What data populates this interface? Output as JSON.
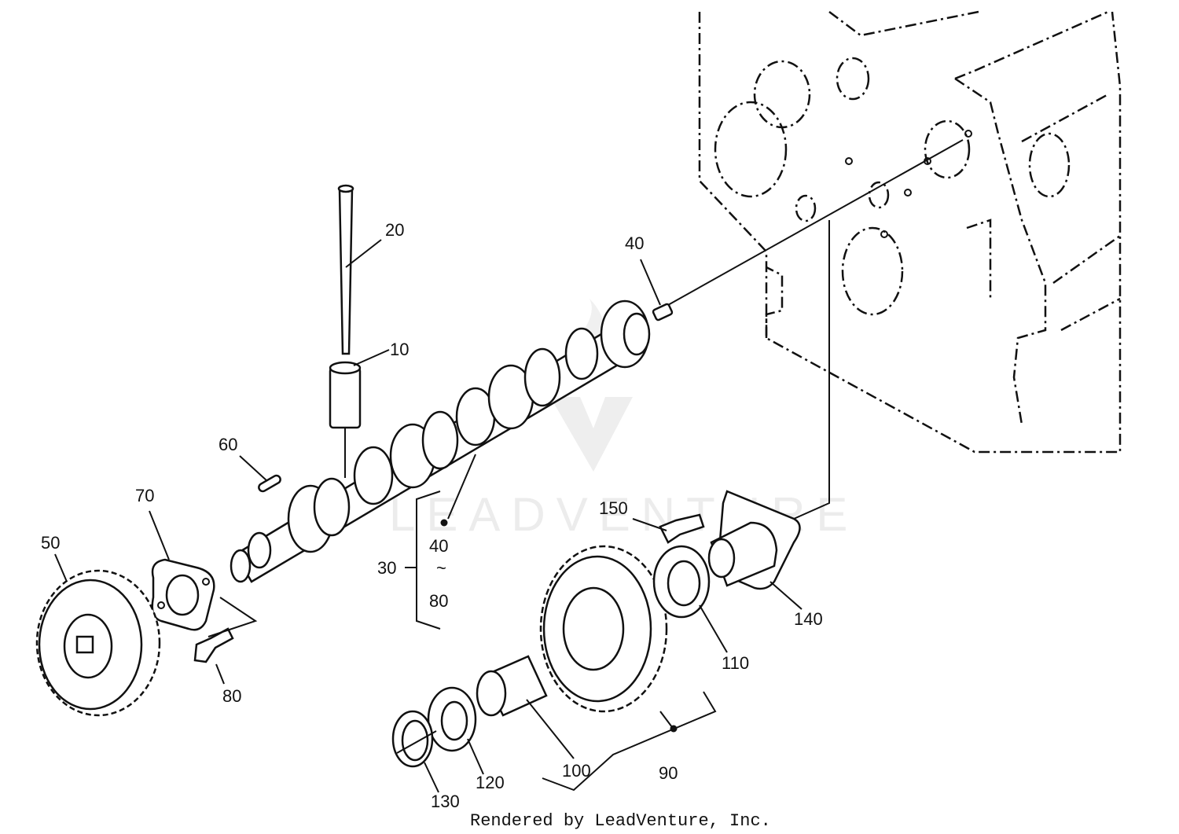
{
  "diagram": {
    "watermark": "LEADVENTURE",
    "footer": "Rendered by LeadVenture, Inc.",
    "callouts": {
      "p10": "10",
      "p20": "20",
      "p30": "30",
      "p40": "40",
      "p50": "50",
      "p60": "60",
      "p70": "70",
      "p80": "80",
      "p90": "90",
      "p100": "100",
      "p110": "110",
      "p120": "120",
      "p130": "130",
      "p140": "140",
      "p150": "150",
      "range_from": "40",
      "range_sep": "~",
      "range_to": "80"
    }
  }
}
